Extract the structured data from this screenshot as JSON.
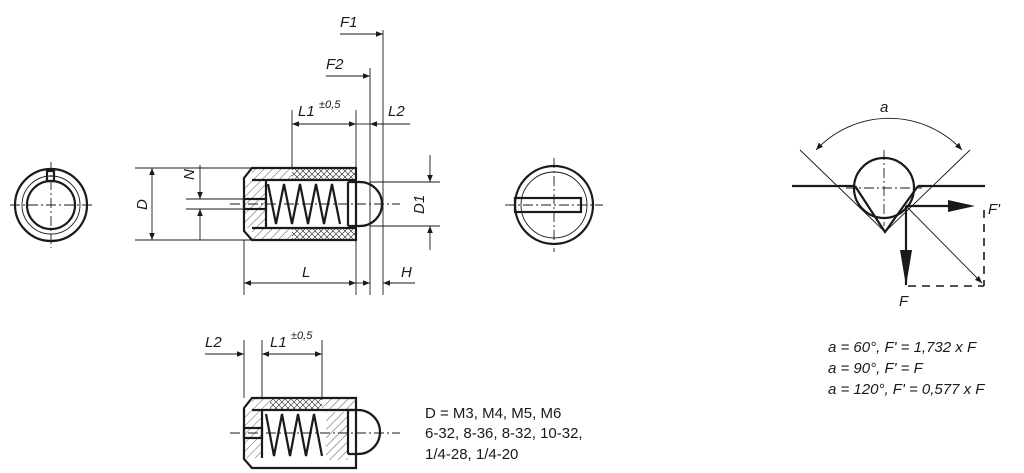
{
  "dimension_labels": {
    "f1": "F1",
    "f2": "F2",
    "l1": "L1",
    "l1_tol": "±0,5",
    "l2": "L2",
    "n": "N",
    "d": "D",
    "d1": "D1",
    "l": "L",
    "h": "H"
  },
  "lower_view": {
    "l2": "L2",
    "l1": "L1",
    "l1_tol": "±0,5"
  },
  "thread_notes": [
    "D = M3, M4, M5, M6",
    "6-32, 8-36, 8-32, 10-32,",
    "1/4-28, 1/4-20"
  ],
  "force_diagram": {
    "angle": "a",
    "force_f": "F",
    "force_f_prime": "F'"
  },
  "formulas": [
    "a = 60°, F' = 1,732 x F",
    "a = 90°, F' = F",
    "a = 120°, F' = 0,577 x F"
  ]
}
